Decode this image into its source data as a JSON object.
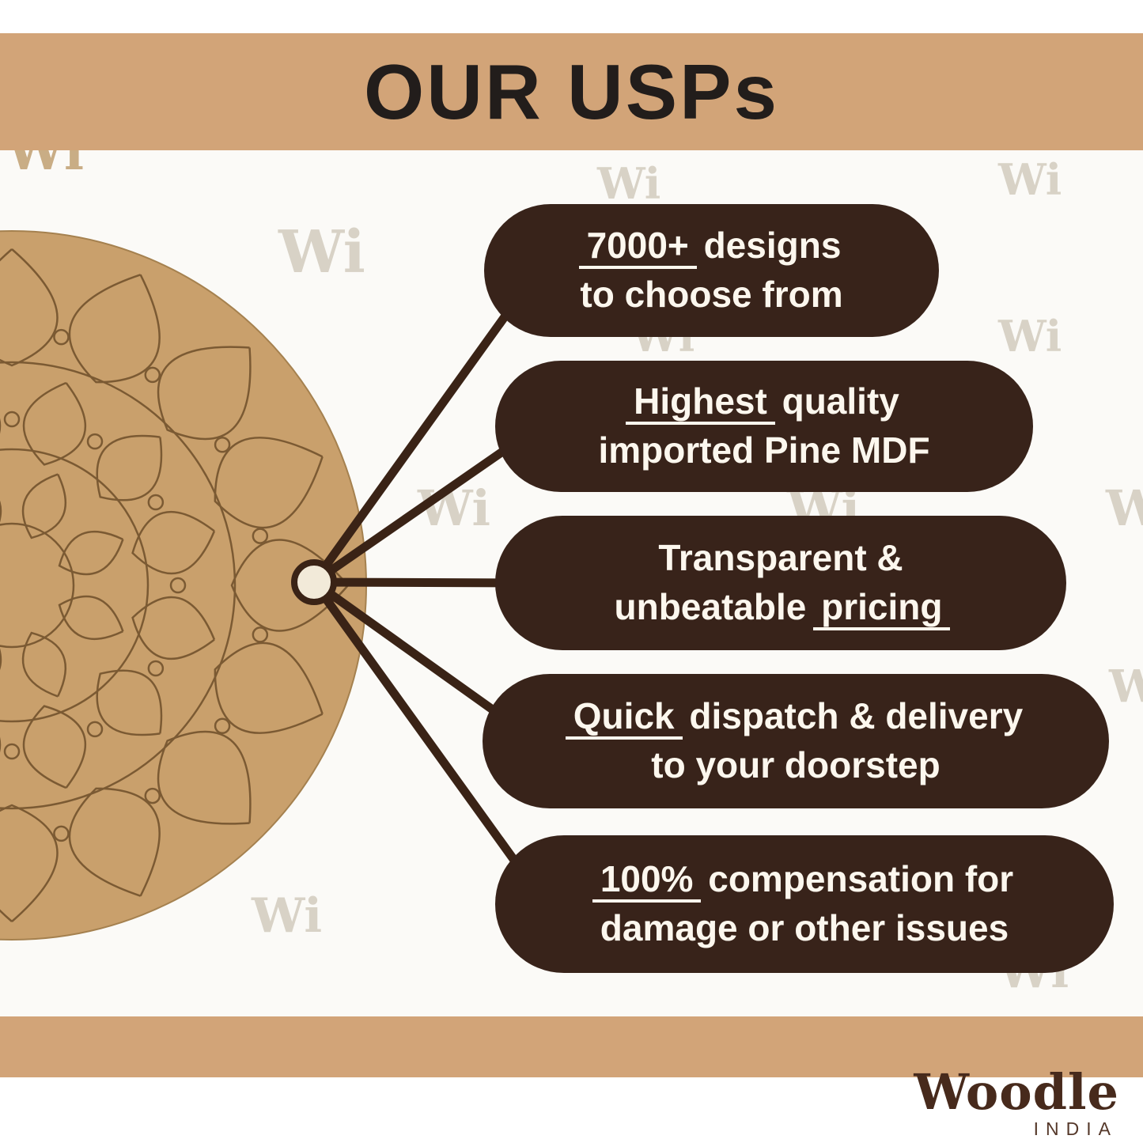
{
  "header": {
    "title": "OUR USPs"
  },
  "watermark": {
    "text": "Wi"
  },
  "usps": [
    {
      "lines": [
        [
          {
            "text": "7000+",
            "u": true
          },
          {
            "text": " designs",
            "u": false
          }
        ],
        [
          {
            "text": "to choose from",
            "u": false
          }
        ]
      ]
    },
    {
      "lines": [
        [
          {
            "text": "Highest",
            "u": true
          },
          {
            "text": " quality",
            "u": false
          }
        ],
        [
          {
            "text": "imported Pine MDF",
            "u": false
          }
        ]
      ]
    },
    {
      "lines": [
        [
          {
            "text": "Transparent &",
            "u": false
          }
        ],
        [
          {
            "text": "unbeatable ",
            "u": false
          },
          {
            "text": "pricing",
            "u": true
          }
        ]
      ]
    },
    {
      "lines": [
        [
          {
            "text": "Quick",
            "u": true
          },
          {
            "text": " dispatch & delivery",
            "u": false
          }
        ],
        [
          {
            "text": "to your doorstep",
            "u": false
          }
        ]
      ]
    },
    {
      "lines": [
        [
          {
            "text": "100%",
            "u": true
          },
          {
            "text": " compensation for",
            "u": false
          }
        ],
        [
          {
            "text": "damage or other issues",
            "u": false
          }
        ]
      ]
    }
  ],
  "logo": {
    "wordmark": "Woodle",
    "country": "INDIA"
  },
  "colors": {
    "band": "#d2a478",
    "pill": "#38231a",
    "pill_text": "#fcf7ee",
    "board": "#c9a06c",
    "board_line": "#7b5a33",
    "title_text": "#221d1b",
    "connector": "#3a2316",
    "logo_text": "#472a1c",
    "watermark": "#d8d2c6"
  }
}
